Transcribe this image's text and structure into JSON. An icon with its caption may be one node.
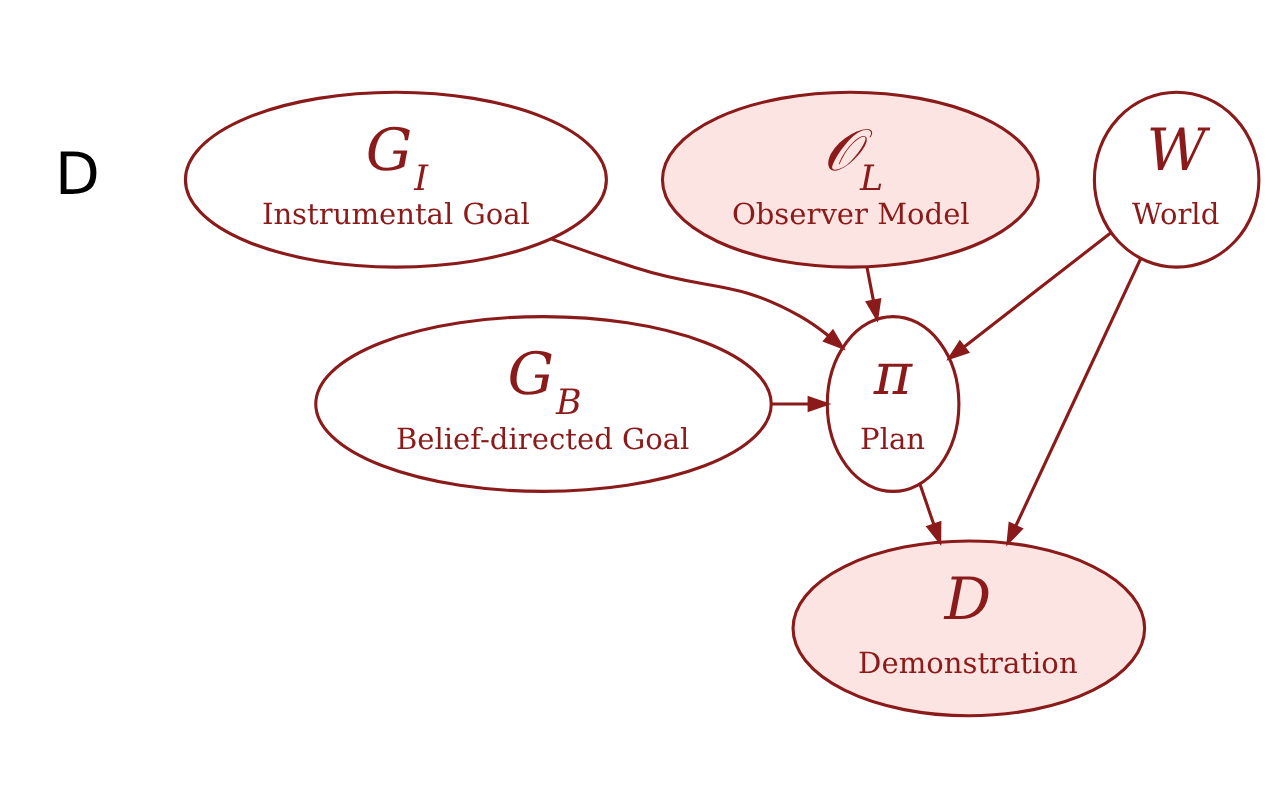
{
  "diagram": {
    "nodes": [
      {
        "text": [
          "G$_{I}$",
          "Instrumental Goal"
        ]
      },
      {
        "text": [
          "W",
          "World"
        ]
      },
      {
        "text": [
          "G$_{B}$",
          "Belief-directed Goal"
        ]
      },
      {
        "text": [
          "π",
          "Plan"
        ]
      },
      {
        "text": [
          "𝒪$_{L}$",
          "Observer Model"
        ]
      },
      {
        "text": [
          "D",
          "Demonstration"
        ]
      }
    ],
    "edges": [
      {
        "from": 0,
        "to": 3,
        "arrow": "to"
      },
      {
        "from": 1,
        "to": 3,
        "arrow": "to"
      },
      {
        "from": 2,
        "to": 3,
        "arrow": "to"
      },
      {
        "from": 4,
        "to": 3,
        "arrow": "to"
      },
      {
        "from": 1,
        "to": 5,
        "arrow": "to"
      },
      {
        "from": 3,
        "to": 5,
        "arrow": "to"
      }
    ],
    "labels": [
      "D"
    ]
  }
}
